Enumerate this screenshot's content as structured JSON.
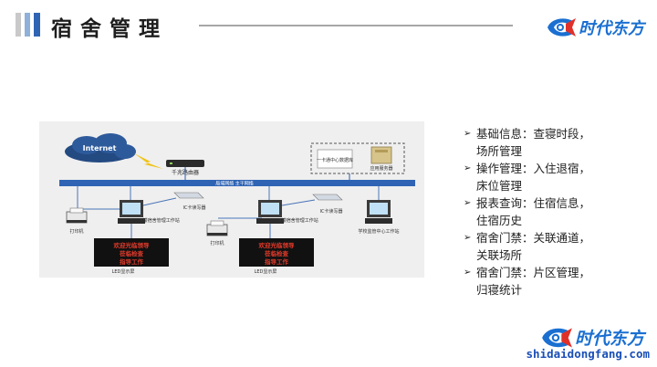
{
  "header": {
    "title": "宿舍管理",
    "accent_colors": [
      "#c9c9c9",
      "#8fb0d8",
      "#2f64b4"
    ]
  },
  "logo": {
    "brand_name": "时代东方",
    "brand_color": "#1a6fd1",
    "website": "shidaidongfang.com"
  },
  "diagram": {
    "internet_label": "Internet",
    "router_label": "千兆路由器",
    "lan_label": "局域网络  主干网络",
    "ic_center_label": "一卡通中心数据库",
    "app_server_label": "应用服务器",
    "printer_label": "打印机",
    "ic_reader_label": "IC卡读写器",
    "station_a_label": "A楼宿舍管理工作站",
    "station_b_label": "B楼宿舍管理工作站",
    "monitor_center_label": "学校监管中心工作站",
    "led_lines": [
      "欢迎光临领导",
      "莅临检查",
      "指导工作"
    ],
    "led_caption": "LED显示屏"
  },
  "bullets": [
    {
      "label": "基础信息：查寝时段，",
      "detail": "场所管理"
    },
    {
      "label": "操作管理：入住退宿，",
      "detail": "床位管理"
    },
    {
      "label": "报表查询：住宿信息，",
      "detail": "住宿历史"
    },
    {
      "label": "宿舍门禁：关联通道，",
      "detail": "关联场所"
    },
    {
      "label": "宿舍门禁：片区管理，",
      "detail": "归寝统计"
    }
  ],
  "icons": {
    "bullet": "arrow-bullet-icon",
    "logo": "fish-logo-icon"
  }
}
